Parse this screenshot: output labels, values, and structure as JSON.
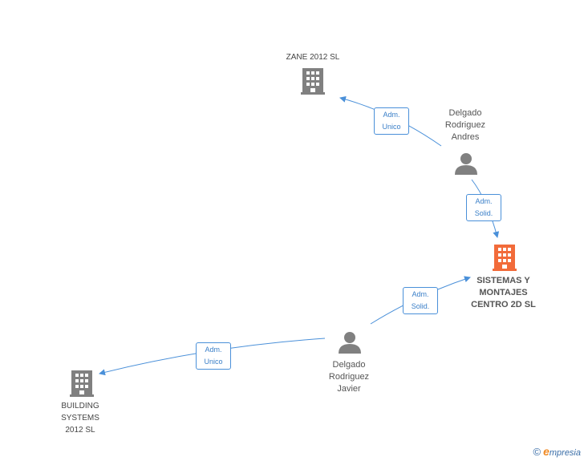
{
  "nodes": {
    "zane": {
      "label": "ZANE 2012 SL",
      "kind": "company",
      "color": "#808080"
    },
    "andres": {
      "label": "Delgado\nRodriguez\nAndres",
      "kind": "person",
      "color": "#808080"
    },
    "sistemas": {
      "label": "SISTEMAS Y\nMONTAJES\nCENTRO 2D SL",
      "kind": "company",
      "color": "#f26b3a"
    },
    "javier": {
      "label": "Delgado\nRodriguez\nJavier",
      "kind": "person",
      "color": "#808080"
    },
    "building": {
      "label": "BUILDING\nSYSTEMS\n2012 SL",
      "kind": "company",
      "color": "#808080"
    }
  },
  "edges": {
    "andres_zane": {
      "line1": "Adm.",
      "line2": "Unico"
    },
    "andres_sistemas": {
      "line1": "Adm.",
      "line2": "Solid."
    },
    "javier_sistemas": {
      "line1": "Adm.",
      "line2": "Solid."
    },
    "javier_building": {
      "line1": "Adm.",
      "line2": "Unico"
    }
  },
  "footer": {
    "copyright": "©",
    "brand_e": "e",
    "brand_rest": "mpresia"
  },
  "colors": {
    "edge": "#4a90d9",
    "icon": "#808080",
    "focus": "#f26b3a"
  }
}
